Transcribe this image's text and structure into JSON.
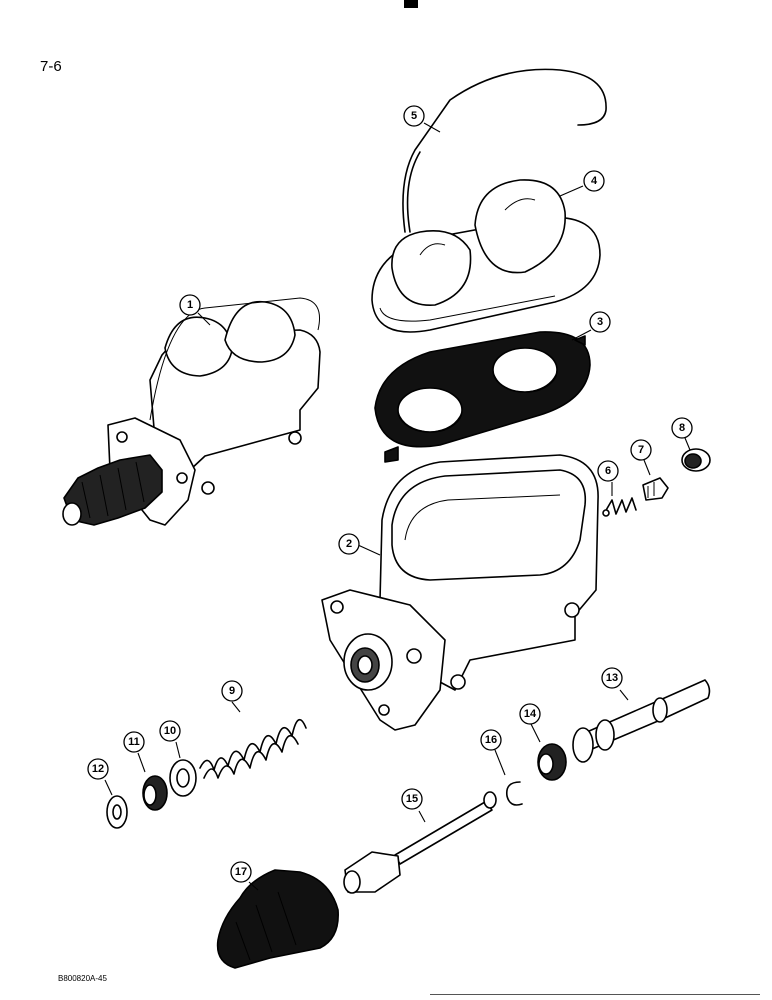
{
  "page": {
    "page_number": "7-6",
    "figure_code": "B800820A-45"
  },
  "callouts": [
    "1",
    "2",
    "3",
    "4",
    "5",
    "6",
    "7",
    "8",
    "9",
    "10",
    "11",
    "12",
    "13",
    "14",
    "15",
    "16",
    "17"
  ]
}
